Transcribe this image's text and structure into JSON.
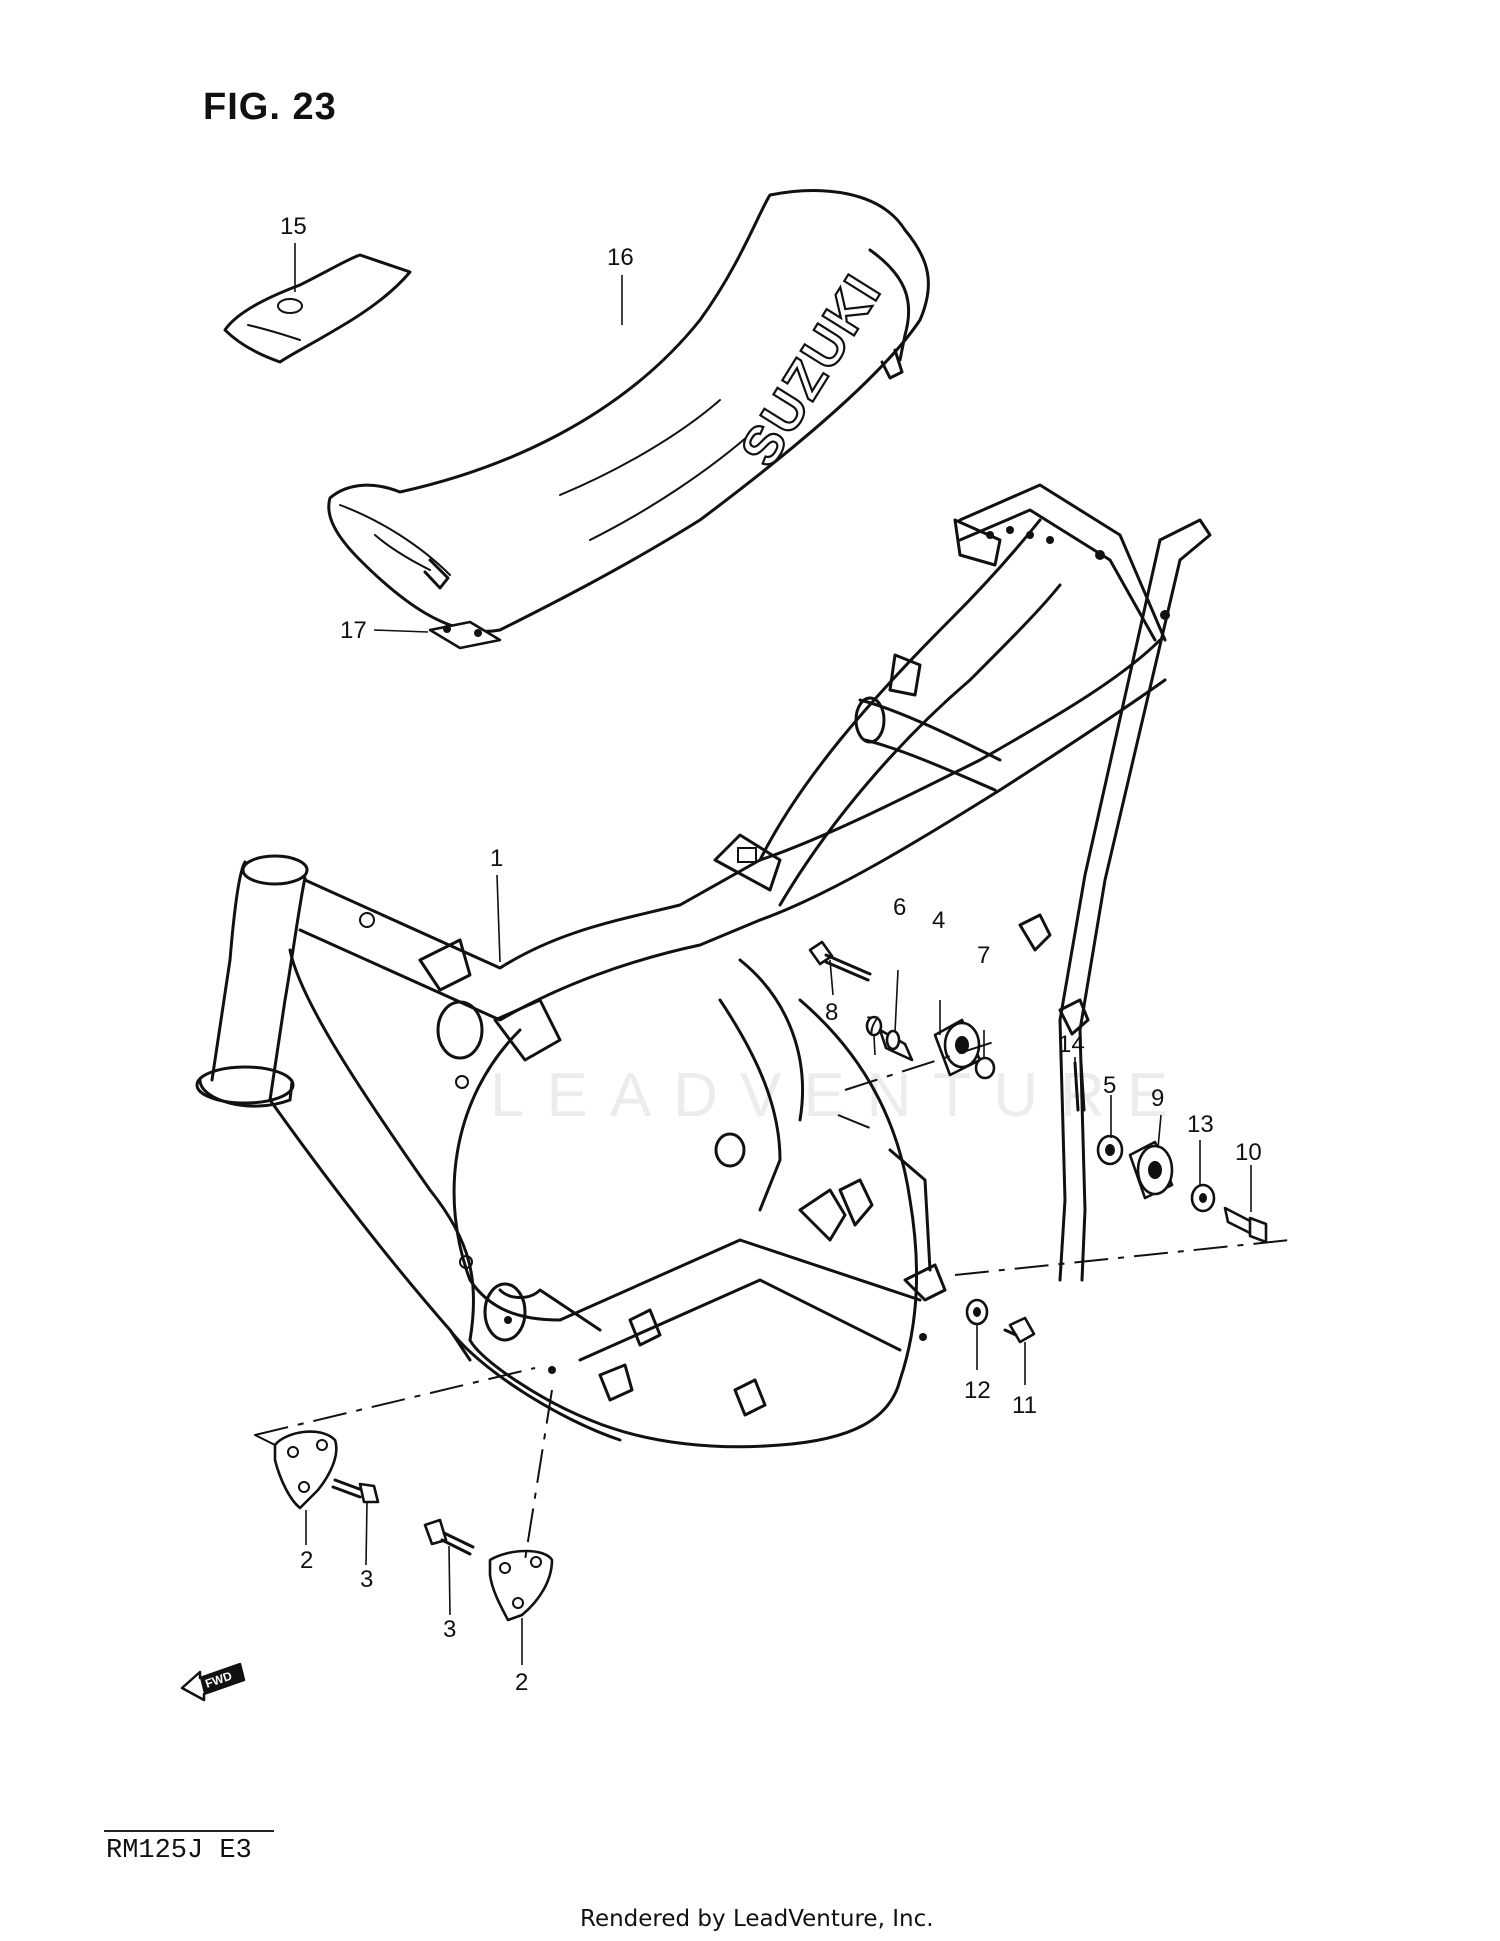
{
  "figure": {
    "title": "FIG. 23",
    "model_code": "RM125J  E3",
    "footer": "Rendered by LeadVenture, Inc.",
    "watermark": "LEADVENTURE",
    "seat_brand": "SUZUKI",
    "fwd_label": "FWD"
  },
  "callouts": [
    {
      "id": "c1",
      "label": "1"
    },
    {
      "id": "c2a",
      "label": "2"
    },
    {
      "id": "c2b",
      "label": "2"
    },
    {
      "id": "c3a",
      "label": "3"
    },
    {
      "id": "c3b",
      "label": "3"
    },
    {
      "id": "c4",
      "label": "4"
    },
    {
      "id": "c5",
      "label": "5"
    },
    {
      "id": "c6",
      "label": "6"
    },
    {
      "id": "c7a",
      "label": "7"
    },
    {
      "id": "c7b",
      "label": "7"
    },
    {
      "id": "c8",
      "label": "8"
    },
    {
      "id": "c9",
      "label": "9"
    },
    {
      "id": "c10",
      "label": "10"
    },
    {
      "id": "c11",
      "label": "11"
    },
    {
      "id": "c12",
      "label": "12"
    },
    {
      "id": "c13",
      "label": "13"
    },
    {
      "id": "c14",
      "label": "14"
    },
    {
      "id": "c15",
      "label": "15"
    },
    {
      "id": "c16",
      "label": "16"
    },
    {
      "id": "c17",
      "label": "17"
    }
  ],
  "icons": [
    "frame-drawing",
    "seat-drawing",
    "fwd-arrow-icon"
  ]
}
